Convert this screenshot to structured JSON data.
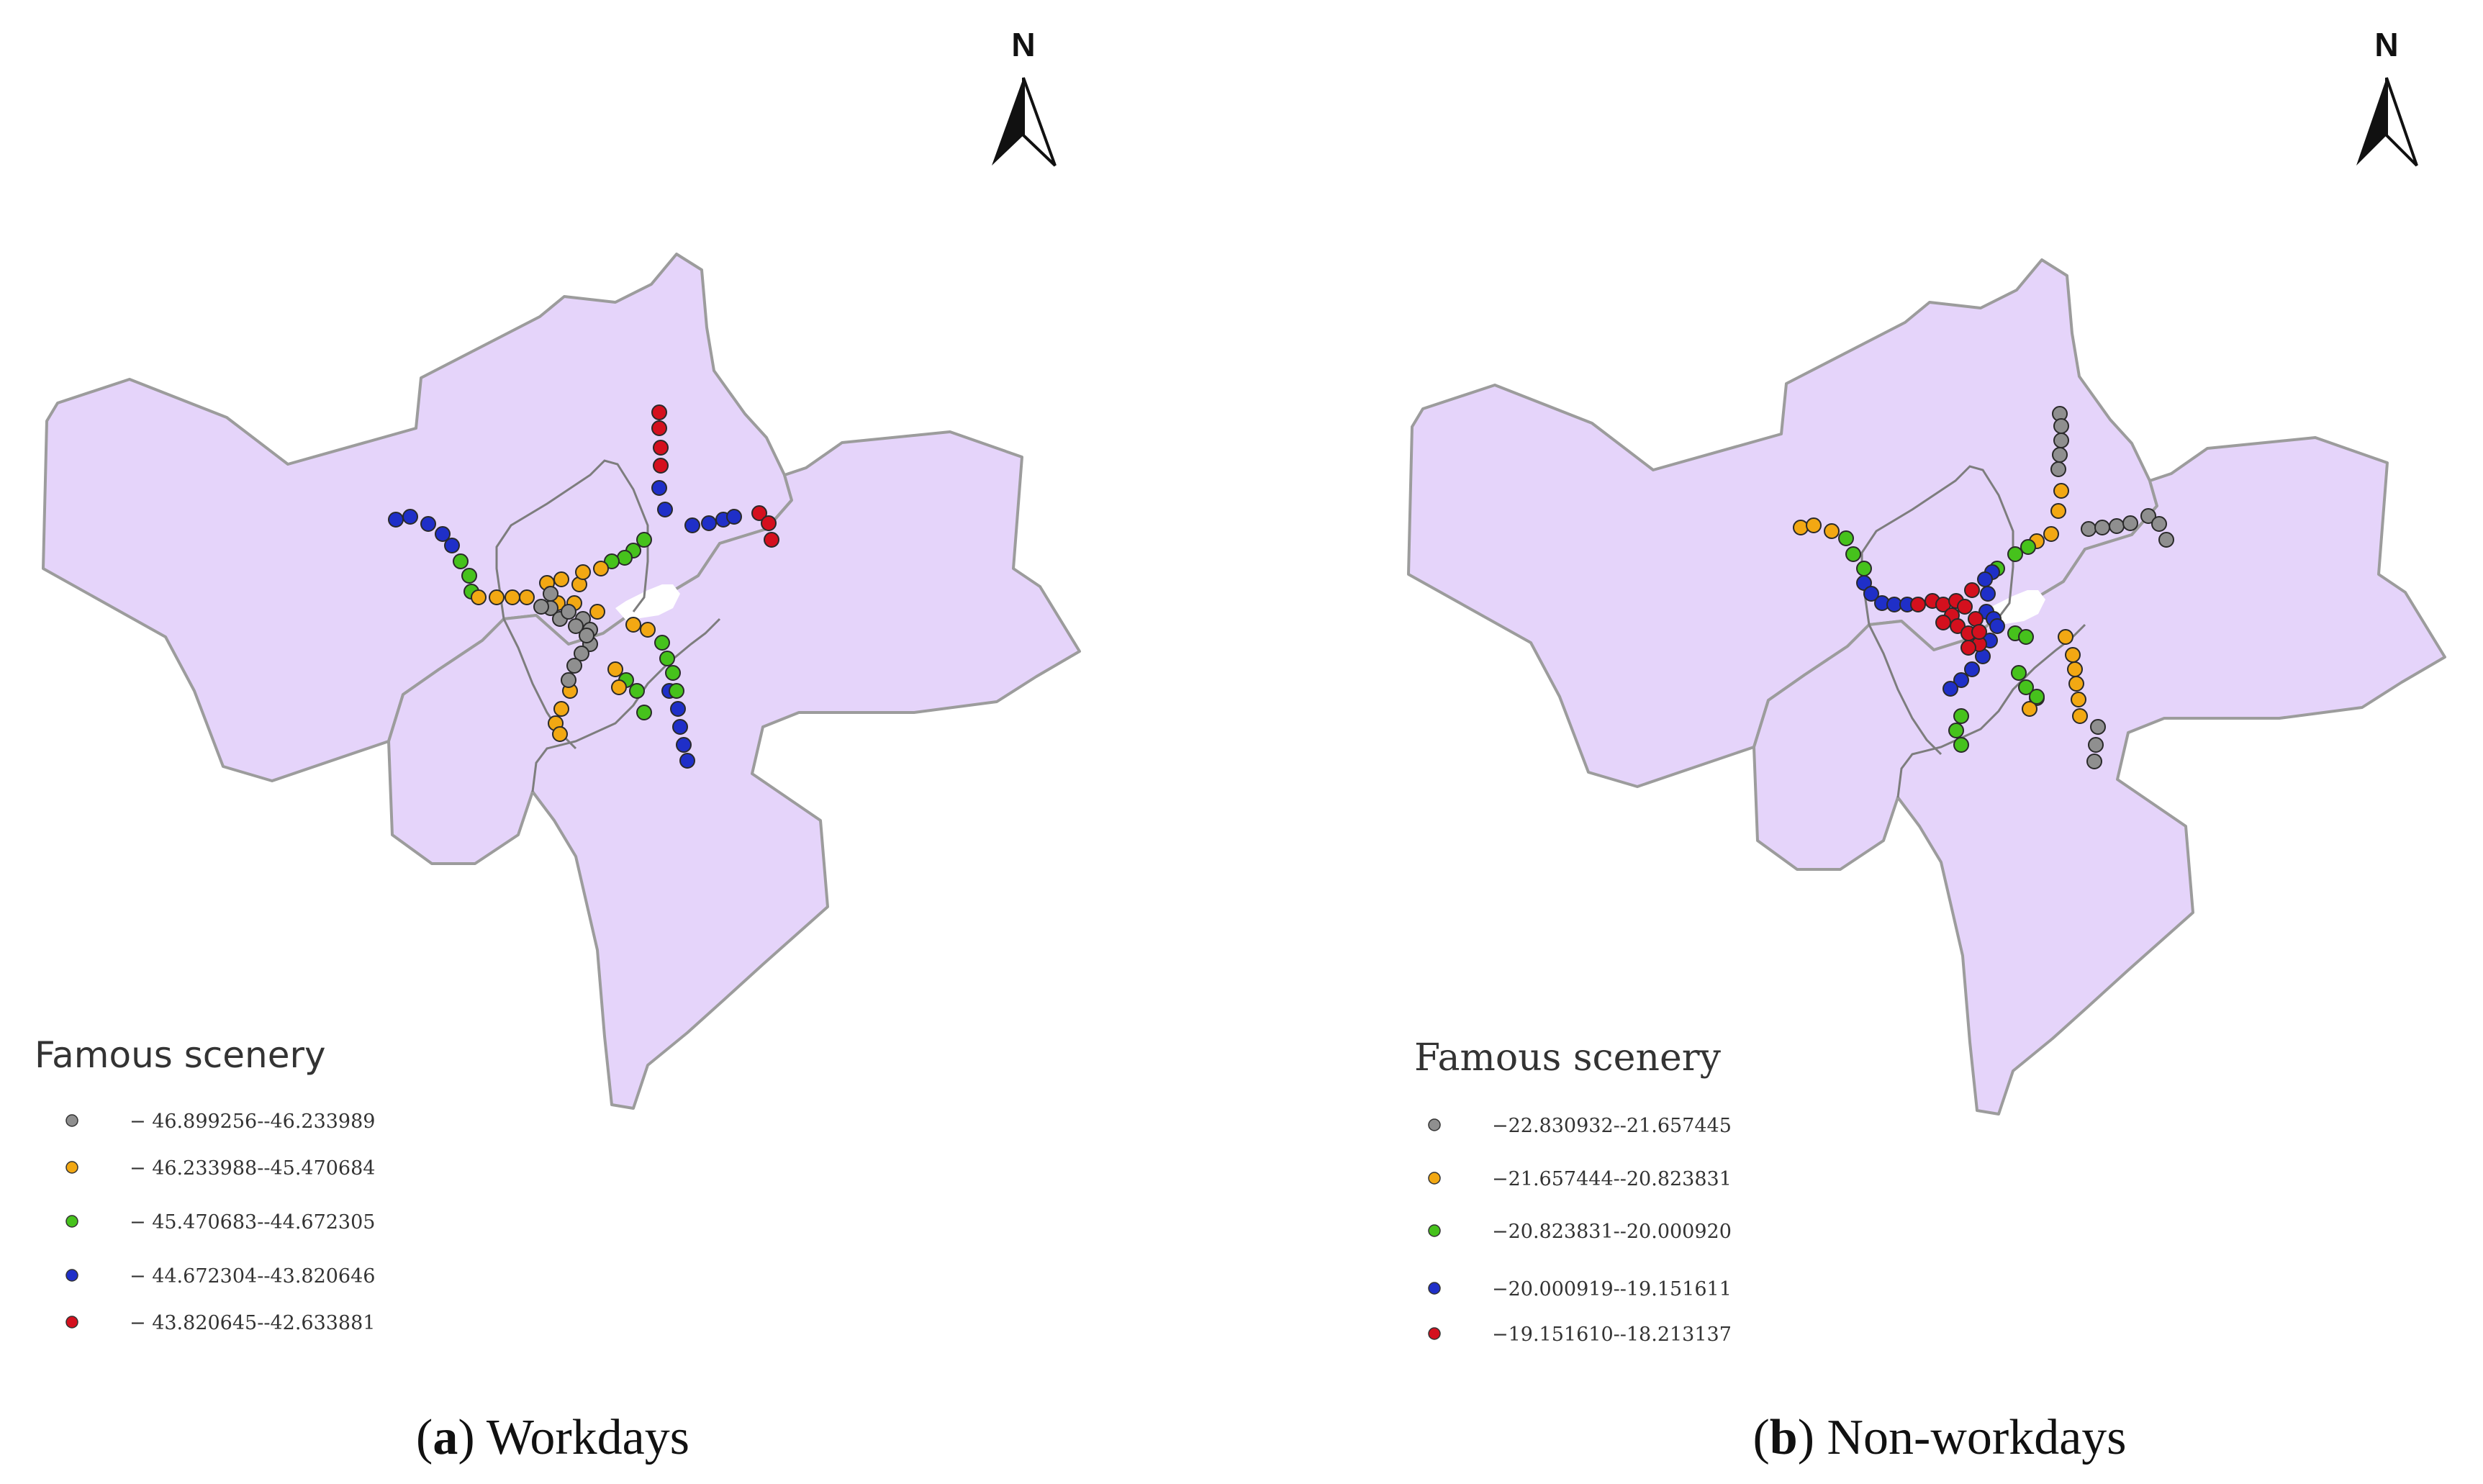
{
  "colors": {
    "district_fill": "#e5d4fa",
    "district_stroke": "#9c9c9c",
    "boundary_stroke": "#7d7d7d",
    "class_colors": [
      "#8f8f8f",
      "#f2a813",
      "#46c21c",
      "#1f2fc8",
      "#d4101e"
    ]
  },
  "north_arrow_label": "N",
  "panels": [
    {
      "id": "a",
      "caption_letter": "a",
      "caption_text": "Workdays",
      "legend_title": "Famous scenery",
      "legend_items": [
        "− 46.899256--46.233989",
        "− 46.233988--45.470684",
        "− 45.470683--44.672305",
        "− 44.672304--43.820646",
        "− 43.820645--42.633881"
      ]
    },
    {
      "id": "b",
      "caption_letter": "b",
      "caption_text": "Non-workdays",
      "legend_title": "Famous scenery",
      "legend_items": [
        "−22.830932--21.657445",
        "−21.657444--20.823831",
        "−20.823831--20.000920",
        "−20.000919--19.151611",
        "−19.151610--18.213137"
      ]
    }
  ]
}
